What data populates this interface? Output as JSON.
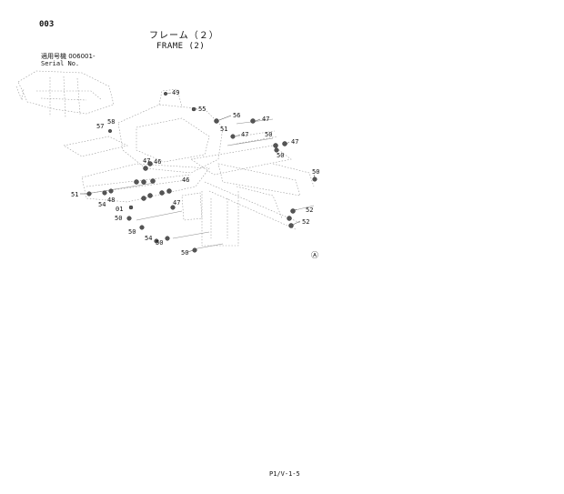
{
  "header": {
    "page_code": "003",
    "title_jp": "フレーム（２）",
    "title_en": "FRAME (2)",
    "serial_label_jp": "適用号機 006001-",
    "serial_label_en": "Serial No."
  },
  "callouts": [
    {
      "id": "c49",
      "label": "49"
    },
    {
      "id": "c55",
      "label": "55"
    },
    {
      "id": "c56",
      "label": "56"
    },
    {
      "id": "c47a",
      "label": "47"
    },
    {
      "id": "c58",
      "label": "58"
    },
    {
      "id": "c57",
      "label": "57"
    },
    {
      "id": "c51a",
      "label": "51"
    },
    {
      "id": "c47b",
      "label": "47"
    },
    {
      "id": "c50a",
      "label": "50"
    },
    {
      "id": "c47c",
      "label": "47"
    },
    {
      "id": "c50b",
      "label": "50"
    },
    {
      "id": "c47d",
      "label": "47"
    },
    {
      "id": "c46a",
      "label": "46"
    },
    {
      "id": "c50c",
      "label": "50"
    },
    {
      "id": "c46b",
      "label": "46"
    },
    {
      "id": "c51b",
      "label": "51"
    },
    {
      "id": "c54a",
      "label": "54"
    },
    {
      "id": "c48",
      "label": "48"
    },
    {
      "id": "c47e",
      "label": "47"
    },
    {
      "id": "c01",
      "label": "01"
    },
    {
      "id": "c50d",
      "label": "50"
    },
    {
      "id": "c52a",
      "label": "52"
    },
    {
      "id": "c52b",
      "label": "52"
    },
    {
      "id": "c50e",
      "label": "50"
    },
    {
      "id": "c54b",
      "label": "54"
    },
    {
      "id": "c50f",
      "label": "50"
    },
    {
      "id": "c50g",
      "label": "50"
    }
  ],
  "view_marker": "Ⓐ",
  "footer": {
    "page_ref": "P1/V-1-5"
  }
}
